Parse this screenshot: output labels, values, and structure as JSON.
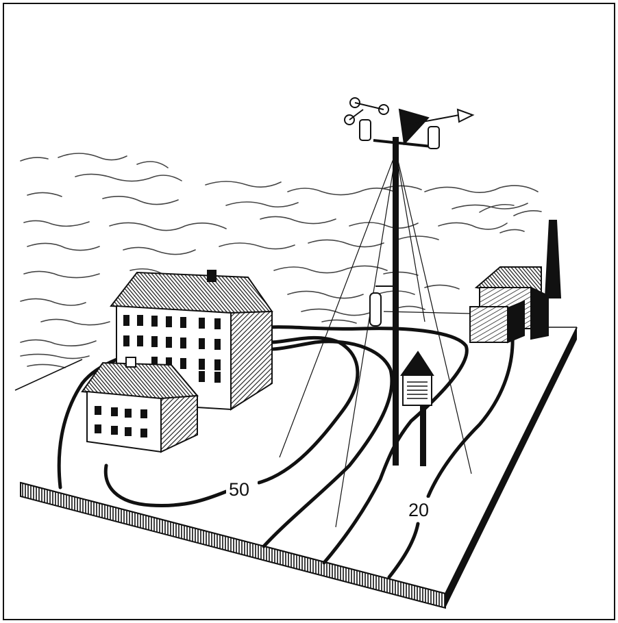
{
  "figure": {
    "isolines": [
      {
        "label": "50",
        "value": 50
      },
      {
        "label": "20",
        "value": 20
      }
    ],
    "colors": {
      "ink": "#111111",
      "paper": "#ffffff",
      "smoke": "#444444"
    }
  }
}
